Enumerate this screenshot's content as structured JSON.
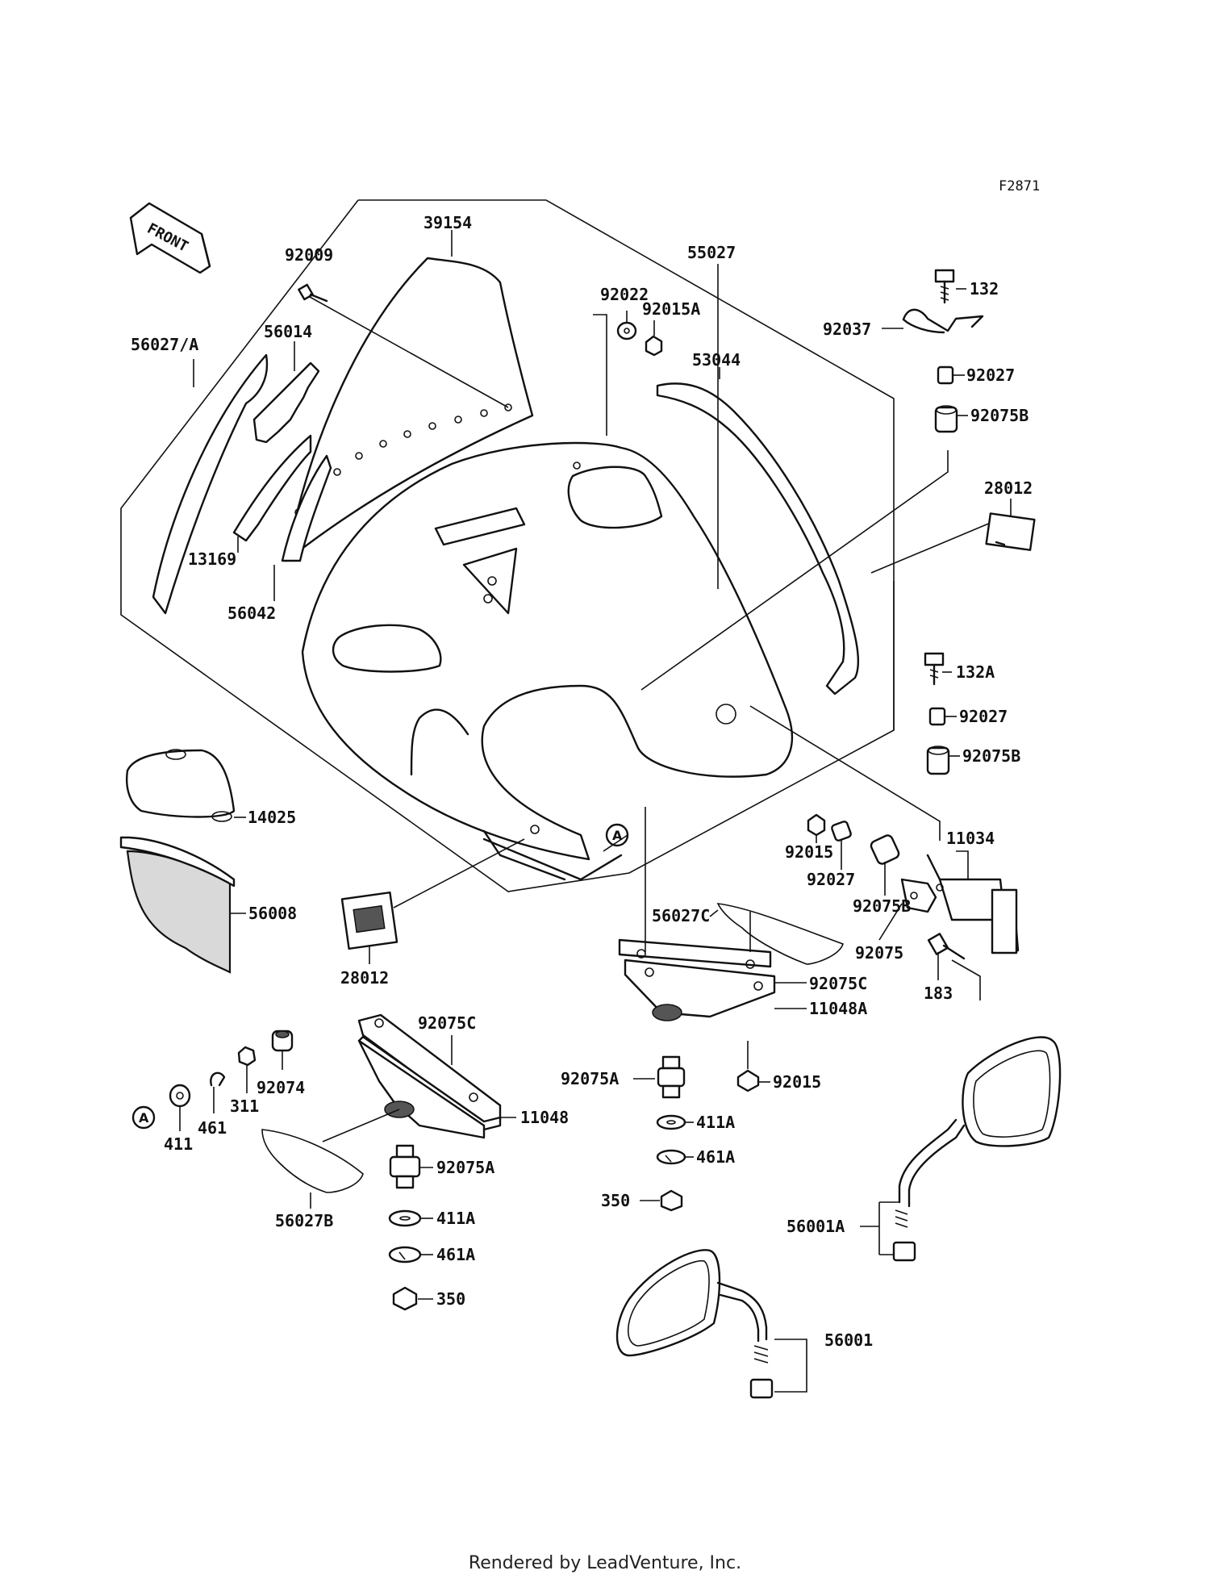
{
  "figure_code": "F2871",
  "front_label": "FRONT",
  "ref_marker": "A",
  "footer": "Rendered by LeadVenture, Inc.",
  "labels": {
    "p39154": "39154",
    "p92009": "92009",
    "p55027": "55027",
    "p92022": "92022",
    "p92015A": "92015A",
    "p53044": "53044",
    "p56027A": "56027/A",
    "p56014": "56014",
    "p13169": "13169",
    "p56042": "56042",
    "p132": "132",
    "p92037": "92037",
    "p92027_top": "92027",
    "p92075B_top": "92075B",
    "p28012_right": "28012",
    "p132A": "132A",
    "p92027_mid": "92027",
    "p92075B_mid": "92075B",
    "p14025": "14025",
    "p56008": "56008",
    "p28012_left": "28012",
    "p92015_mid": "92015",
    "p92027_low": "92027",
    "p92075B_low": "92075B",
    "p11034": "11034",
    "p92075": "92075",
    "p183": "183",
    "p56027C": "56027C",
    "p92075C_right": "92075C",
    "p11048A": "11048A",
    "p92015_low": "92015",
    "p92075A_right": "92075A",
    "p411A_right": "411A",
    "p461A_right": "461A",
    "p350_right": "350",
    "p92075C_left": "92075C",
    "p11048": "11048",
    "p92074": "92074",
    "p311": "311",
    "p461": "461",
    "p411": "411",
    "p56027B": "56027B",
    "p92075A_left": "92075A",
    "p411A_left": "411A",
    "p461A_left": "461A",
    "p350_left": "350",
    "p56001A": "56001A",
    "p56001": "56001"
  }
}
